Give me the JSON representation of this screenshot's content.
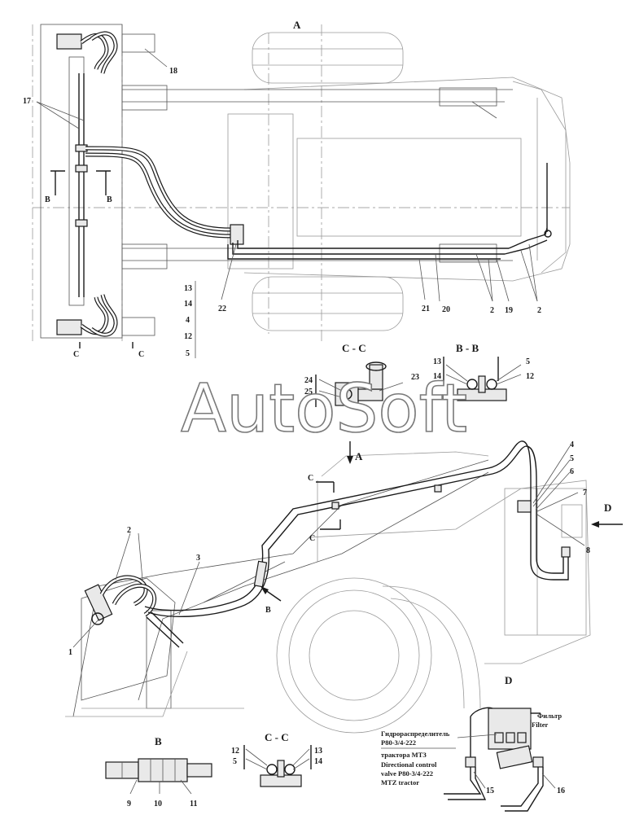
{
  "view_titles": {
    "plan": "A",
    "section_cc_top": "C - C",
    "section_bb": "B - B",
    "arrow_a": "A",
    "arrow_d": "D",
    "detail_b": "B",
    "section_cc_bottom": "C - C",
    "detail_d": "D"
  },
  "cut_markers": {
    "b_left": "B",
    "b_right": "B",
    "c_left": "C",
    "c_right": "C",
    "c_side_top": "C",
    "c_side_bottom": "C",
    "b_side": "B"
  },
  "watermark": "AutoSoft",
  "plan_callouts": {
    "p18": "18",
    "p17": "17",
    "p22": "22",
    "p21": "21",
    "p20": "20",
    "p2a": "2",
    "p19": "19",
    "p2b": "2"
  },
  "plan_stack": [
    "13",
    "14",
    "4",
    "12",
    "5"
  ],
  "section_cc_callouts": {
    "p24": "24",
    "p25": "25",
    "p23": "23"
  },
  "section_bb_callouts": {
    "p13": "13",
    "p14": "14",
    "p5": "5",
    "p12": "12"
  },
  "side_callouts": {
    "p2": "2",
    "p3": "3",
    "p1": "1",
    "p4": "4",
    "p5": "5",
    "p6": "6",
    "p7": "7",
    "p8": "8"
  },
  "detail_b_callouts": {
    "p9": "9",
    "p10": "10",
    "p11": "11"
  },
  "section_cc2_callouts": {
    "p12": "12",
    "p5": "5",
    "p13": "13",
    "p14": "14"
  },
  "detail_d": {
    "filter_ru": "Фильтр",
    "filter_en": "Filter",
    "valve_ru_1": "Гидрораспределитель",
    "valve_ru_2": "Р80-3/4-222",
    "valve_ru_3": "трактора МТЗ",
    "valve_en_1": "Directional control",
    "valve_en_2": "valve P80-3/4-222",
    "valve_en_3": "MTZ tractor",
    "p15": "15",
    "p16": "16"
  }
}
